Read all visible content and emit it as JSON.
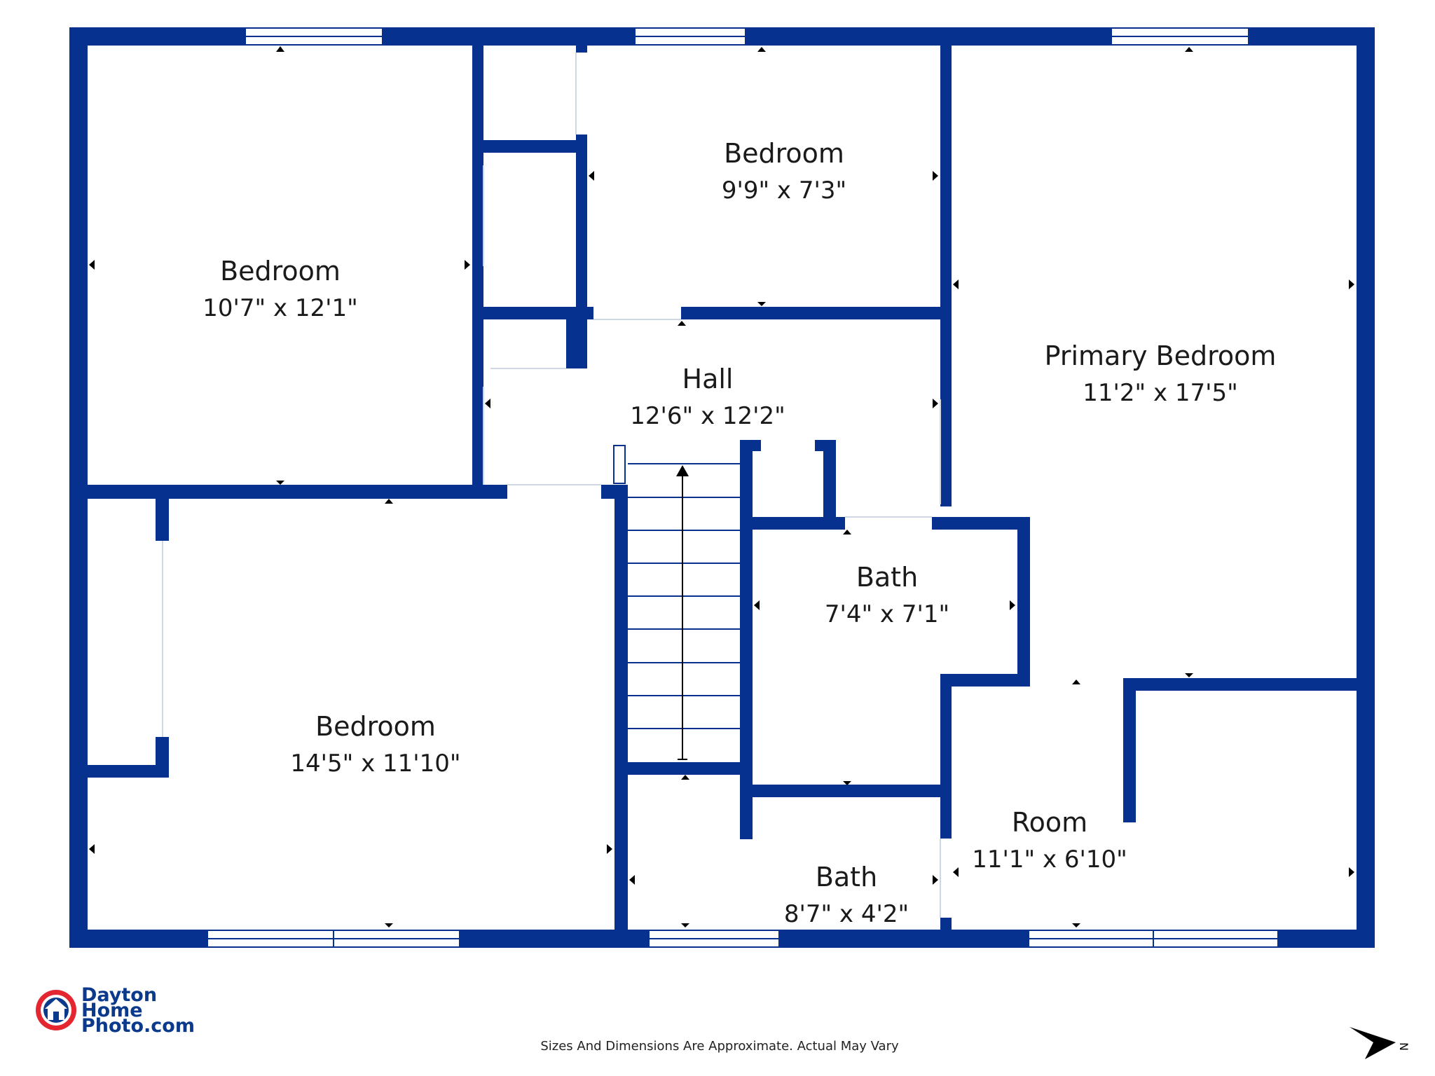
{
  "rooms": {
    "bedroom_1": {
      "name": "Bedroom",
      "dim": "10'7\" x 12'1\""
    },
    "bedroom_2": {
      "name": "Bedroom",
      "dim": "9'9\" x 7'3\""
    },
    "primary_bedroom": {
      "name": "Primary Bedroom",
      "dim": "11'2\" x 17'5\""
    },
    "hall": {
      "name": "Hall",
      "dim": "12'6\" x 12'2\""
    },
    "bath_1": {
      "name": "Bath",
      "dim": "7'4\" x 7'1\""
    },
    "bedroom_3": {
      "name": "Bedroom",
      "dim": "14'5\" x 11'10\""
    },
    "room": {
      "name": "Room",
      "dim": "11'1\" x 6'10\""
    },
    "bath_2": {
      "name": "Bath",
      "dim": "8'7\" x 4'2\""
    }
  },
  "logo": {
    "line1": "Dayton",
    "line2": "Home",
    "line3": "Photo.com"
  },
  "disclaimer": "Sizes And Dimensions Are Approximate. Actual May Vary",
  "compass": {
    "label": "N"
  },
  "colors": {
    "wall": "#06318f",
    "logo_red": "#e32630",
    "logo_blue": "#0b3a8c"
  }
}
